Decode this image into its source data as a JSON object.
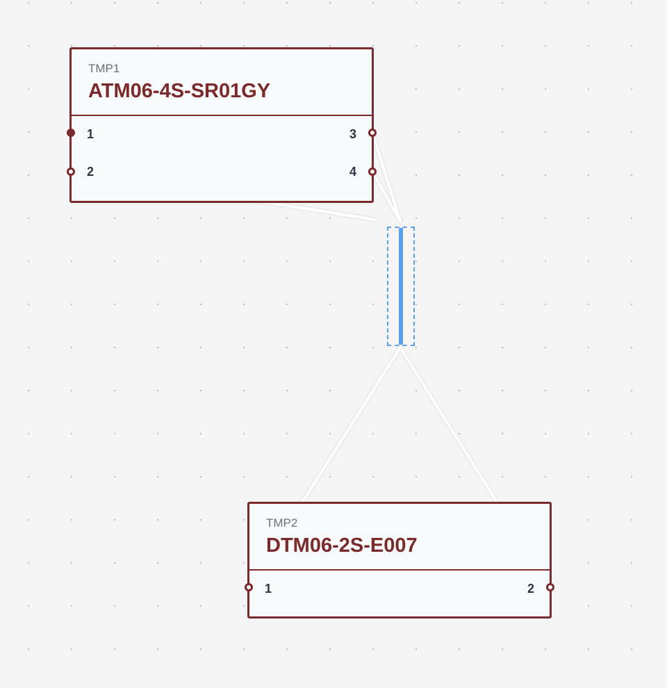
{
  "diagram": {
    "connectors": [
      {
        "id": "conn-1",
        "tag": "TMP1",
        "part_number": "ATM06-4S-SR01GY",
        "pins": [
          {
            "label": "1",
            "side": "left"
          },
          {
            "label": "2",
            "side": "left"
          },
          {
            "label": "3",
            "side": "right"
          },
          {
            "label": "4",
            "side": "right"
          }
        ]
      },
      {
        "id": "conn-2",
        "tag": "TMP2",
        "part_number": "DTM06-2S-E007",
        "pins": [
          {
            "label": "1",
            "side": "left"
          },
          {
            "label": "2",
            "side": "right"
          }
        ]
      }
    ],
    "splice": {
      "selected": true
    },
    "wires": [
      {
        "from": "TMP1.2",
        "to": "splice"
      },
      {
        "from": "TMP1.3",
        "to": "splice"
      },
      {
        "from": "TMP1.4",
        "to": "splice"
      },
      {
        "from": "splice",
        "to": "TMP2.1"
      },
      {
        "from": "splice",
        "to": "TMP2.2"
      }
    ],
    "colors": {
      "connector_border": "#7a2a2a",
      "connector_fill": "#f8f9fb",
      "wire": "#ffffff",
      "splice_selected": "#5aa0e6",
      "canvas_background": "#f5f5f5"
    }
  }
}
